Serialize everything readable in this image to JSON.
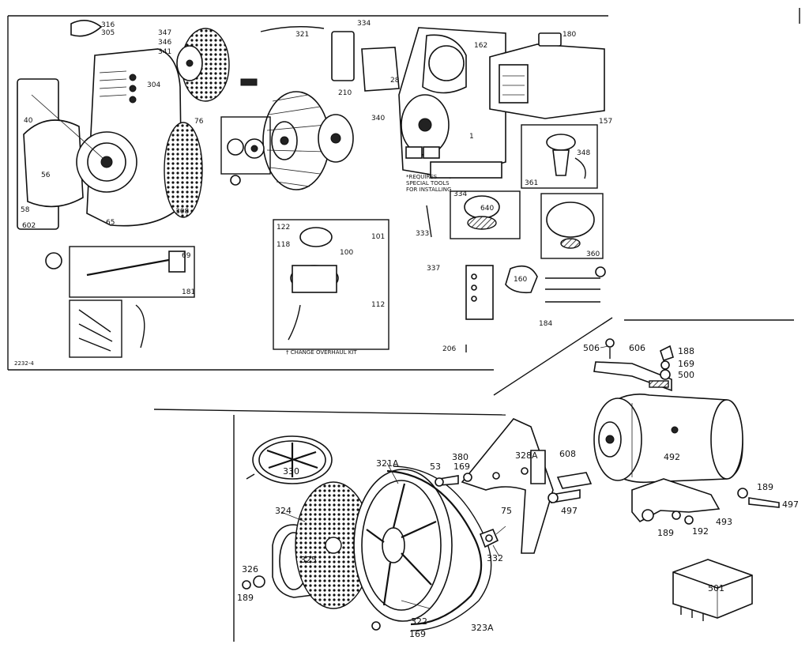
{
  "top_section": {
    "callouts": [
      {
        "id": "c316",
        "text": "316"
      },
      {
        "id": "c305",
        "text": "305"
      },
      {
        "id": "c304",
        "text": "304"
      },
      {
        "id": "c76",
        "text": "76"
      },
      {
        "id": "c40",
        "text": "40"
      },
      {
        "id": "c56",
        "text": "56"
      },
      {
        "id": "c602",
        "text": "602"
      },
      {
        "id": "c58",
        "text": "58"
      },
      {
        "id": "c65",
        "text": "65"
      },
      {
        "id": "c347",
        "text": "347"
      },
      {
        "id": "c346",
        "text": "346"
      },
      {
        "id": "c341",
        "text": "341"
      },
      {
        "id": "c321",
        "text": "321"
      },
      {
        "id": "c334",
        "text": "334"
      },
      {
        "id": "c210",
        "text": "210"
      },
      {
        "id": "c162",
        "text": "162"
      },
      {
        "id": "c1",
        "text": "1"
      },
      {
        "id": "c180",
        "text": "180"
      },
      {
        "id": "c348",
        "text": "348"
      },
      {
        "id": "c361",
        "text": "361"
      },
      {
        "id": "c360",
        "text": "360"
      },
      {
        "id": "c334b",
        "text": "334"
      },
      {
        "id": "c640",
        "text": "640"
      },
      {
        "id": "c122",
        "text": "122"
      },
      {
        "id": "c118",
        "text": "118"
      },
      {
        "id": "c101",
        "text": "101"
      },
      {
        "id": "c100",
        "text": "100"
      },
      {
        "id": "c112",
        "text": "112"
      },
      {
        "id": "c69",
        "text": "69"
      },
      {
        "id": "c181",
        "text": "181"
      },
      {
        "id": "c333",
        "text": "333"
      },
      {
        "id": "c184",
        "text": "184"
      },
      {
        "id": "c206",
        "text": "206"
      },
      {
        "id": "c337",
        "text": "337"
      },
      {
        "id": "c340",
        "text": "340"
      },
      {
        "id": "c28",
        "text": "28"
      },
      {
        "id": "c160",
        "text": "160"
      },
      {
        "id": "c157",
        "text": "157"
      },
      {
        "id": "c308",
        "text": "308"
      }
    ],
    "notes": [
      {
        "id": "n1",
        "text": "*REQUIRES"
      },
      {
        "id": "n2",
        "text": "SPECIAL TOOLS"
      },
      {
        "id": "n3",
        "text": "FOR INSTALLING"
      }
    ],
    "valve_caption": "† CHANGE OVERHAUL KIT",
    "corner_code": "2232-4"
  },
  "bottom_section": {
    "callouts": [
      {
        "id": "b506",
        "text": "506"
      },
      {
        "id": "b606",
        "text": "606"
      },
      {
        "id": "b188",
        "text": "188"
      },
      {
        "id": "b169",
        "text": "169"
      },
      {
        "id": "b500",
        "text": "500"
      },
      {
        "id": "b330",
        "text": "330"
      },
      {
        "id": "b321A",
        "text": "321A"
      },
      {
        "id": "b53",
        "text": "53"
      },
      {
        "id": "b380",
        "text": "380"
      },
      {
        "id": "b169b",
        "text": "169"
      },
      {
        "id": "b328A",
        "text": "328A"
      },
      {
        "id": "b608",
        "text": "608"
      },
      {
        "id": "b492",
        "text": "492"
      },
      {
        "id": "b324",
        "text": "324"
      },
      {
        "id": "b75",
        "text": "75"
      },
      {
        "id": "b497",
        "text": "497"
      },
      {
        "id": "b332",
        "text": "332"
      },
      {
        "id": "b189",
        "text": "189"
      },
      {
        "id": "b497b",
        "text": "497"
      },
      {
        "id": "b493",
        "text": "493"
      },
      {
        "id": "b189b",
        "text": "189"
      },
      {
        "id": "b192",
        "text": "192"
      },
      {
        "id": "b326",
        "text": "326"
      },
      {
        "id": "b325",
        "text": "325"
      },
      {
        "id": "b189c",
        "text": "189"
      },
      {
        "id": "b322",
        "text": "322"
      },
      {
        "id": "b169c",
        "text": "169"
      },
      {
        "id": "b323A",
        "text": "323A"
      },
      {
        "id": "b501",
        "text": "501"
      }
    ]
  }
}
